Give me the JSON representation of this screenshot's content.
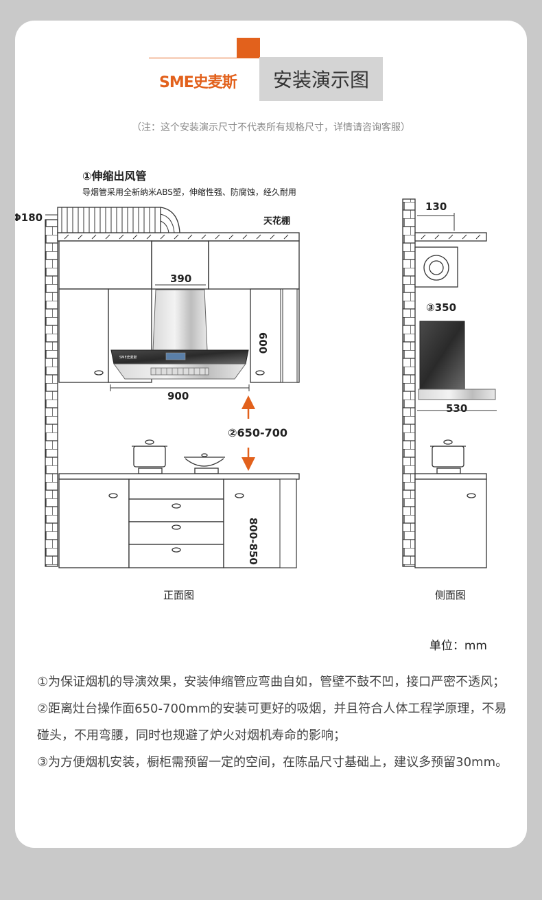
{
  "header": {
    "brand_logo_text": "SME史麦斯",
    "title": "安装演示图",
    "accent_color": "#e2611c"
  },
  "note": "（注：这个安装演示尺寸不代表所有规格尺寸，详情请咨询客服）",
  "front_view": {
    "caption": "正面图",
    "duct_heading": "①伸缩出风管",
    "duct_desc": "导烟管采用全新纳米ABS塑，伸缩性强、防腐蚀，经久耐用",
    "duct_diameter": "Φ180",
    "ceiling_label": "天花棚",
    "chimney_width": "390",
    "hood_height": "600",
    "hood_width": "900",
    "install_height": "②650-700",
    "cabinet_height": "800-850"
  },
  "side_view": {
    "caption": "侧面图",
    "wall_offset": "130",
    "depth_label": "③350",
    "hood_depth": "530"
  },
  "unit": "单位：mm",
  "notes": [
    "①为保证烟机的导演效果，安装伸缩管应弯曲自如，管壁不鼓不凹，接口严密不透风；",
    "②距离灶台操作面650-700mm的安装可更好的吸烟，并且符合人体工程学原理，不易碰头，不用弯腰，同时也规避了炉火对烟机寿命的影响；",
    "③为方便烟机安装，橱柜需预留一定的空间，在陈品尺寸基础上，建议多预留30mm。"
  ]
}
